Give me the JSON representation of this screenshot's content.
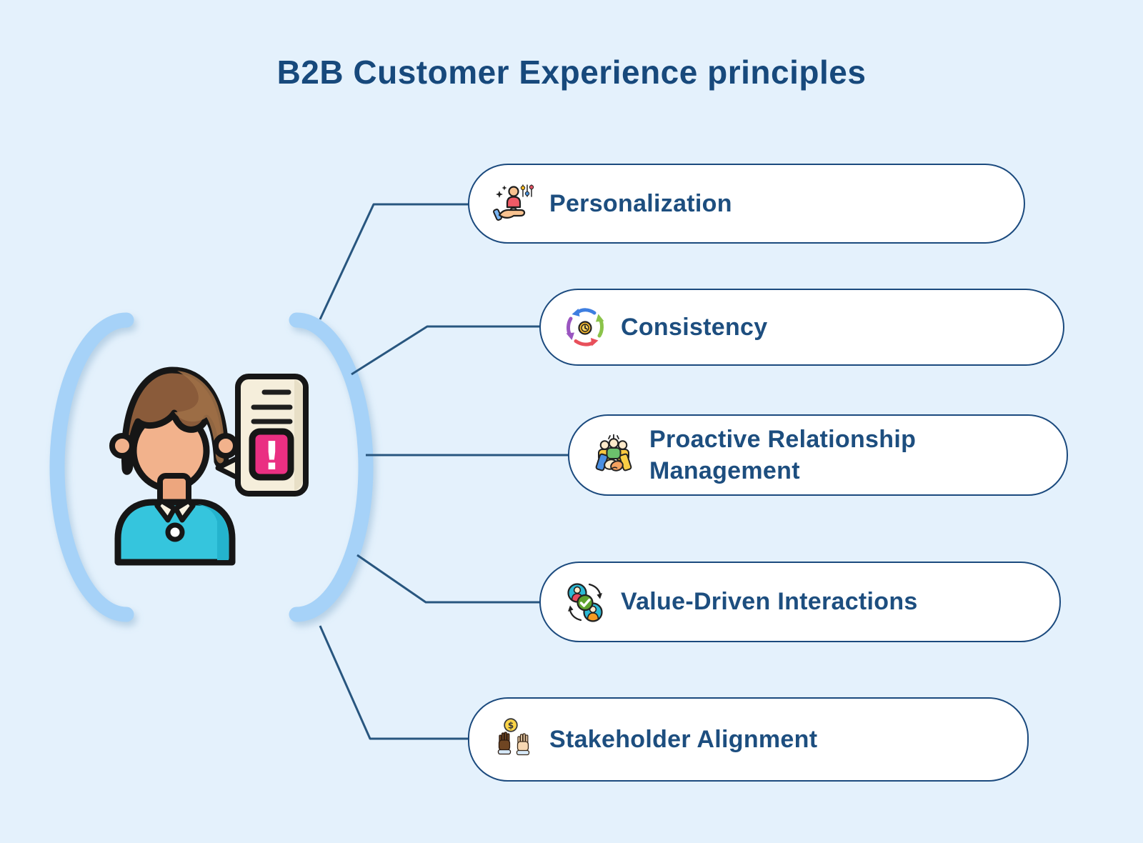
{
  "title": "B2B Customer Experience principles",
  "principles": [
    {
      "label": "Personalization",
      "icon": "personalization-icon"
    },
    {
      "label": "Consistency",
      "icon": "consistency-cycle-icon"
    },
    {
      "label": "Proactive Relationship Management",
      "icon": "relationship-handshake-icon"
    },
    {
      "label": "Value-Driven Interactions",
      "icon": "value-exchange-icon"
    },
    {
      "label": "Stakeholder Alignment",
      "icon": "stakeholder-hands-icon"
    }
  ],
  "center_illustration": {
    "name": "customer-with-alert-speech-bubble",
    "coin_symbol": "$",
    "alert_symbol": "!"
  },
  "colors": {
    "background": "#e4f1fc",
    "pill_fill": "#ffffff",
    "pill_border": "#1b4a7e",
    "label_text": "#1d4e7f",
    "title_text": "#17497c",
    "connector": "#28567f",
    "arc": "#a6d2f8",
    "alert_pink": "#ea2f82",
    "shirt_teal": "#35c5dd"
  }
}
